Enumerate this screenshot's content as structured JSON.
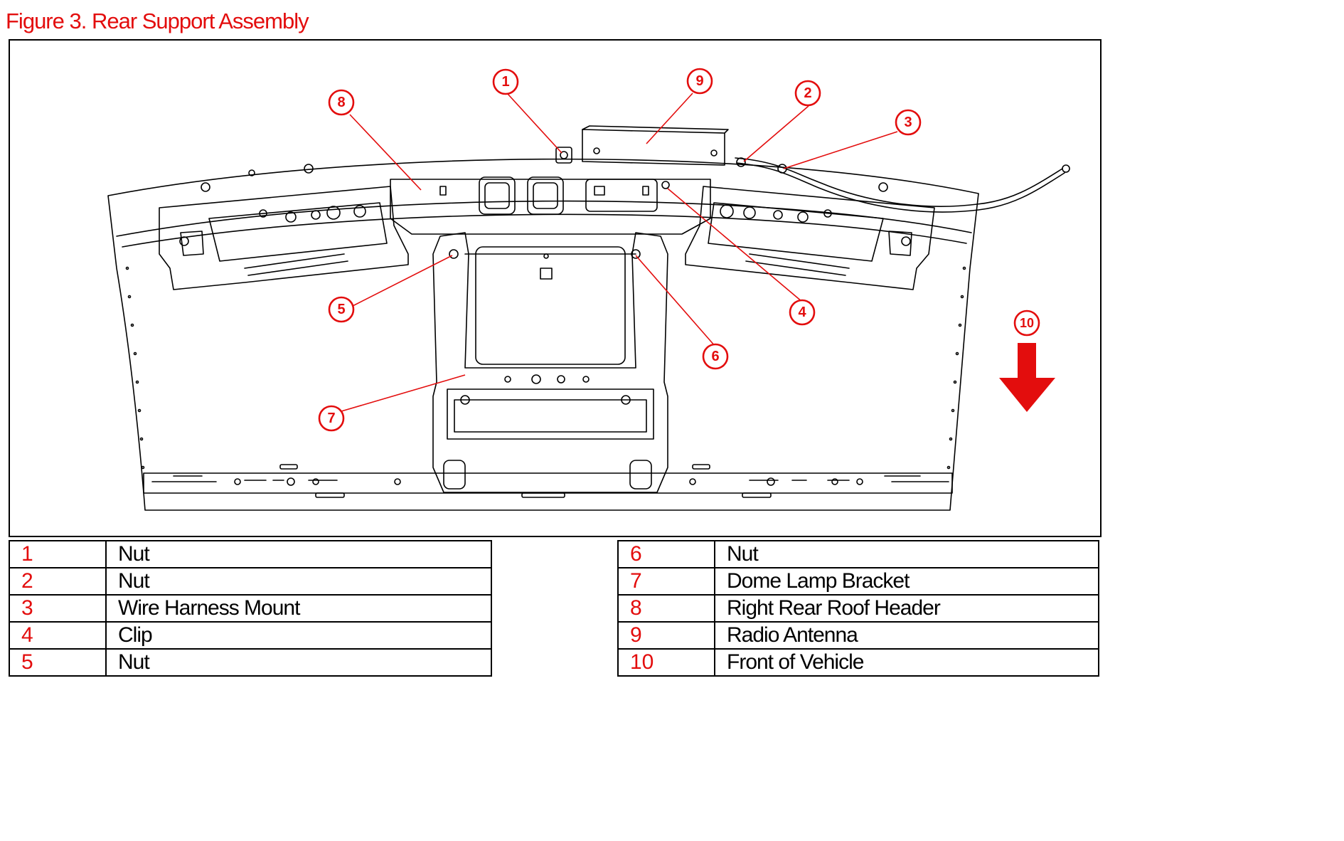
{
  "title": "Figure 3. Rear Support Assembly",
  "colors": {
    "accent": "#e30d0d",
    "line": "#000000"
  },
  "callouts": [
    "1",
    "2",
    "3",
    "4",
    "5",
    "6",
    "7",
    "8",
    "9",
    "10"
  ],
  "legend_left": [
    {
      "num": "1",
      "label": "Nut"
    },
    {
      "num": "2",
      "label": "Nut"
    },
    {
      "num": "3",
      "label": "Wire Harness Mount"
    },
    {
      "num": "4",
      "label": "Clip"
    },
    {
      "num": "5",
      "label": "Nut"
    }
  ],
  "legend_right": [
    {
      "num": "6",
      "label": "Nut"
    },
    {
      "num": "7",
      "label": "Dome Lamp Bracket"
    },
    {
      "num": "8",
      "label": "Right Rear Roof Header"
    },
    {
      "num": "9",
      "label": "Radio Antenna"
    },
    {
      "num": "10",
      "label": "Front of Vehicle"
    }
  ],
  "direction_icon": "arrow-down-icon"
}
